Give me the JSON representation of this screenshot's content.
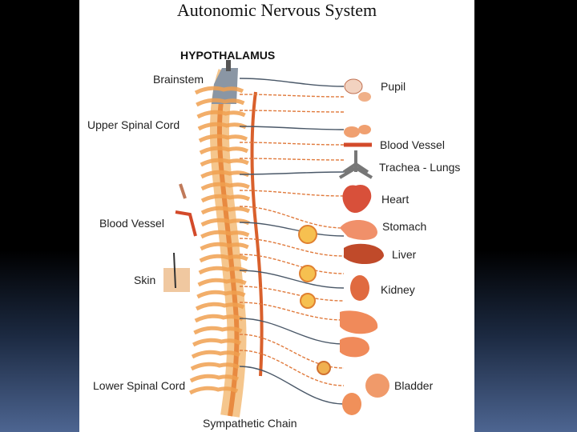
{
  "slide": {
    "title": "Autonomic Nervous System"
  },
  "diagram": {
    "top_label": "HYPOTHALAMUS",
    "left_labels": {
      "brainstem": "Brainstem",
      "upper_spinal_cord": "Upper Spinal Cord",
      "blood_vessel": "Blood Vessel",
      "skin": "Skin",
      "lower_spinal_cord": "Lower Spinal Cord"
    },
    "bottom_label": "Sympathetic Chain",
    "right_labels": {
      "pupil": "Pupil",
      "blood_vessel": "Blood Vessel",
      "trachea_lungs": "Trachea - Lungs",
      "heart": "Heart",
      "stomach": "Stomach",
      "liver": "Liver",
      "kidney": "Kidney",
      "bladder": "Bladder"
    },
    "colors": {
      "nerve": "#e07a3c",
      "spine": "#f0a050",
      "vessel_gray": "#4a5868",
      "organ": "#e86a3a",
      "ganglion": "#f6c050"
    }
  }
}
